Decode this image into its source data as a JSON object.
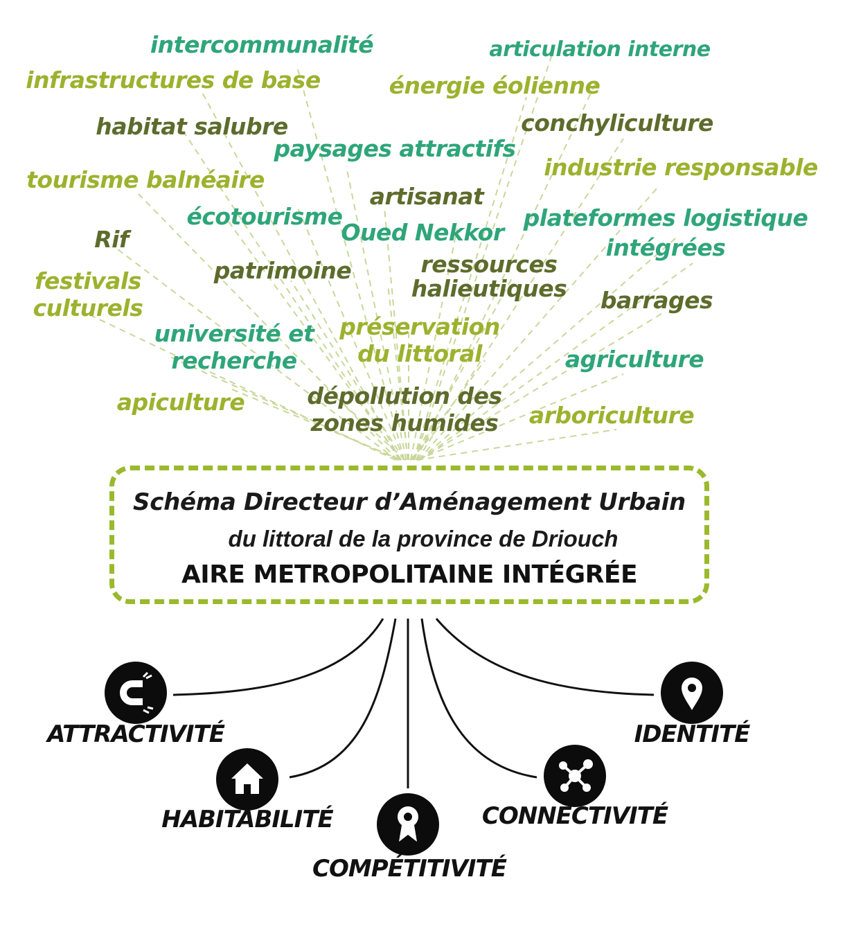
{
  "keywords": [
    {
      "text": "intercommunalité",
      "tone": "teal"
    },
    {
      "text": "articulation interne",
      "tone": "teal"
    },
    {
      "text": "infrastructures de base",
      "tone": "olive"
    },
    {
      "text": "énergie éolienne",
      "tone": "olive"
    },
    {
      "text": "habitat salubre",
      "tone": "dark"
    },
    {
      "text": "conchyliculture",
      "tone": "dark"
    },
    {
      "text": "paysages attractifs",
      "tone": "teal"
    },
    {
      "text": "industrie responsable",
      "tone": "olive"
    },
    {
      "text": "tourisme balnéaire",
      "tone": "olive"
    },
    {
      "text": "artisanat",
      "tone": "dark"
    },
    {
      "text": "écotourisme",
      "tone": "teal"
    },
    {
      "text": "plateformes logistique",
      "tone": "teal"
    },
    {
      "text": "Oued Nekkor",
      "tone": "teal"
    },
    {
      "text": "Rif",
      "tone": "dark"
    },
    {
      "text": "intégrées",
      "tone": "teal"
    },
    {
      "text": "ressources",
      "tone": "dark"
    },
    {
      "text": "halieutiques",
      "tone": "dark"
    },
    {
      "text": "patrimoine",
      "tone": "dark"
    },
    {
      "text": "festivals",
      "tone": "olive"
    },
    {
      "text": "culturels",
      "tone": "olive"
    },
    {
      "text": "barrages",
      "tone": "dark"
    },
    {
      "text": "université et",
      "tone": "teal"
    },
    {
      "text": "recherche",
      "tone": "teal"
    },
    {
      "text": "préservation",
      "tone": "olive"
    },
    {
      "text": "du littoral",
      "tone": "olive"
    },
    {
      "text": "agriculture",
      "tone": "teal"
    },
    {
      "text": "dépollution des",
      "tone": "dark"
    },
    {
      "text": "zones humides",
      "tone": "dark"
    },
    {
      "text": "apiculture",
      "tone": "olive"
    },
    {
      "text": "arboriculture",
      "tone": "olive"
    }
  ],
  "core": {
    "line1": "Schéma Directeur d’Aménagement Urbain",
    "line2": "du littoral de la province de Driouch",
    "line3": "AIRE METROPOLITAINE INTÉGRÉE"
  },
  "pillars": [
    {
      "label": "ATTRACTIVITÉ",
      "icon": "magnet-icon"
    },
    {
      "label": "HABITABILITÉ",
      "icon": "house-icon"
    },
    {
      "label": "COMPÉTITIVITÉ",
      "icon": "award-ribbon-icon"
    },
    {
      "label": "CONNECTIVITÉ",
      "icon": "network-icon"
    },
    {
      "label": "IDENTITÉ",
      "icon": "location-pin-icon"
    }
  ],
  "colors": {
    "olive": "#9cb22e",
    "teal": "#2ea57a",
    "dark": "#5e6b2c",
    "frame": "#9ab92d",
    "icon": "#0c0c0c"
  }
}
